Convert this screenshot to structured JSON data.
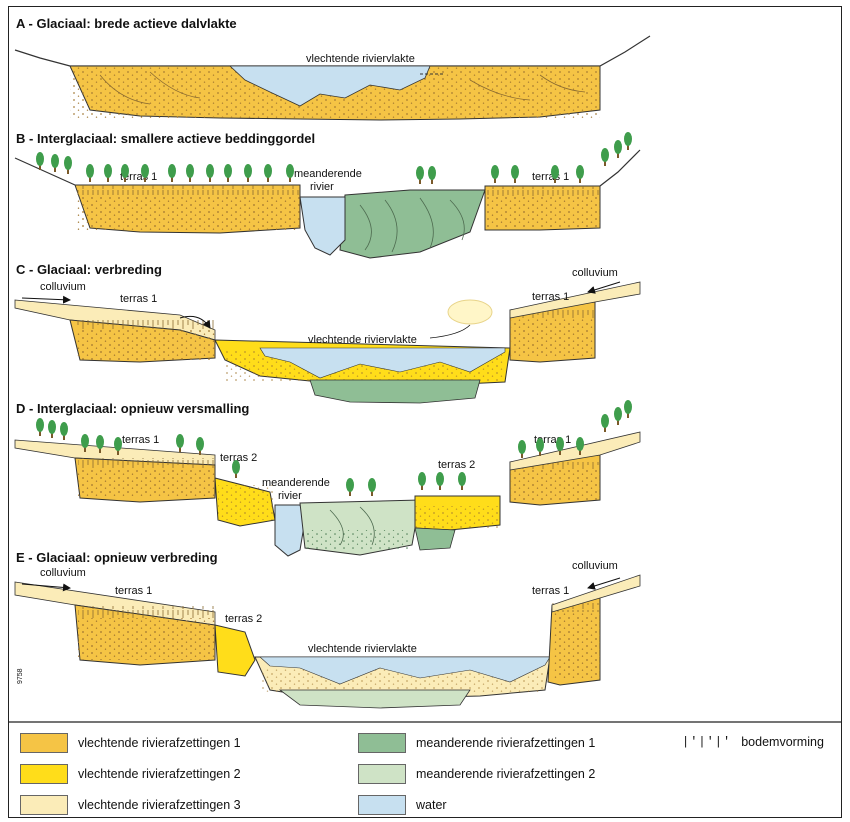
{
  "panels": {
    "A": {
      "title": "A - Glaciaal: brede actieve dalvlakte",
      "braided_label": "vlechtende riviervlakte"
    },
    "B": {
      "title": "B - Interglaciaal: smallere actieve beddinggordel",
      "terrace_left": "terras 1",
      "terrace_right": "terras 1",
      "meander_line1": "meanderende",
      "meander_line2": "rivier"
    },
    "C": {
      "title": "C - Glaciaal: verbreding",
      "colluvium_left": "colluvium",
      "colluvium_right": "colluvium",
      "terrace_left": "terras 1",
      "terrace_right": "terras 1",
      "braided_label": "vlechtende riviervlakte"
    },
    "D": {
      "title": "D - Interglaciaal: opnieuw versmalling",
      "terrace1_left": "terras 1",
      "terrace2_left": "terras 2",
      "terrace2_right": "terras 2",
      "terrace1_right": "terras 1",
      "meander_line1": "meanderende",
      "meander_line2": "rivier"
    },
    "E": {
      "title": "E - Glaciaal: opnieuw verbreding",
      "colluvium_left": "colluvium",
      "colluvium_right": "colluvium",
      "terrace1_left": "terras 1",
      "terrace2_left": "terras 2",
      "terrace1_right": "terras 1",
      "braided_label": "vlechtende riviervlakte"
    }
  },
  "figure_code": "9758",
  "legend": [
    {
      "label": "vlechtende rivierafzettingen 1",
      "color": "#f5c445"
    },
    {
      "label": "vlechtende rivierafzettingen 2",
      "color": "#ffdd1a"
    },
    {
      "label": "vlechtende rivierafzettingen 3",
      "color": "#fbecb8"
    },
    {
      "label": "meanderende rivierafzettingen 1",
      "color": "#8fbe95"
    },
    {
      "label": "meanderende rivierafzettingen 2",
      "color": "#cfe3c6"
    },
    {
      "label": "water",
      "color": "#c7e0f0"
    }
  ],
  "soil_legend": {
    "symbol": "|'|'|'",
    "label": "bodemvorming"
  },
  "colors": {
    "tree_trunk": "#7a5a2a",
    "tree_crown": "#3f9d4c",
    "outline": "#333333"
  }
}
